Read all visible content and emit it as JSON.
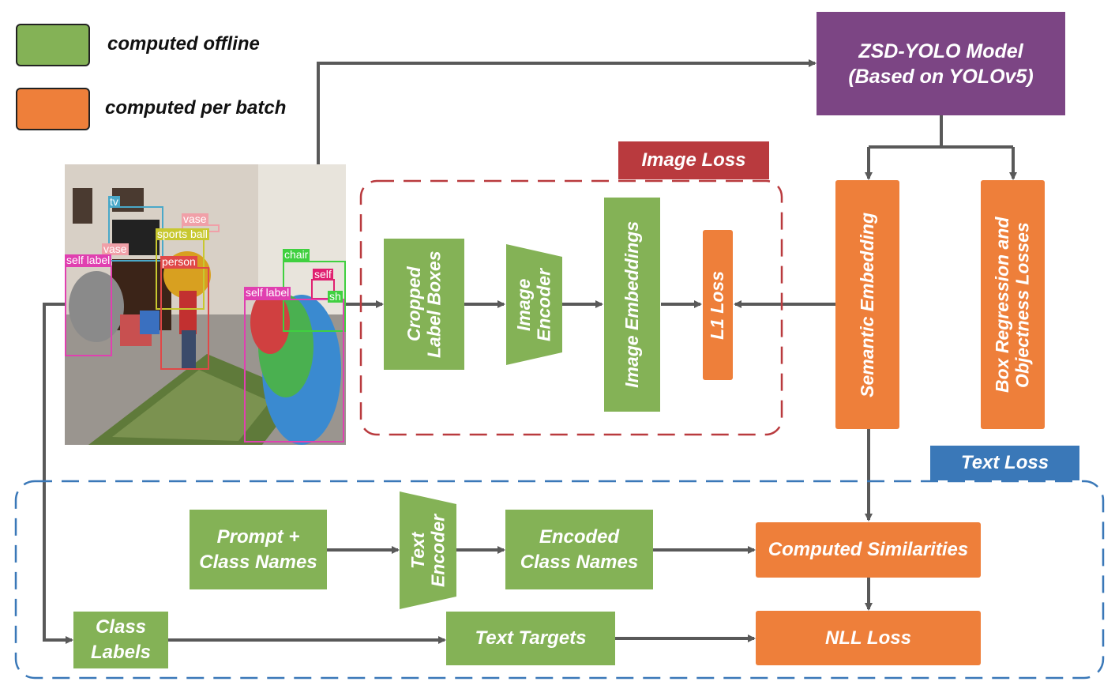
{
  "legend": {
    "offline": "computed offline",
    "per_batch": "computed per batch"
  },
  "colors": {
    "offline": "#84b256",
    "per_batch": "#ee7f3a",
    "model": "#7c4584",
    "image_loss": "#b93a3e",
    "text_loss": "#3a78b8"
  },
  "model": {
    "line1": "ZSD-YOLO Model",
    "line2": "(Based on YOLOv5)"
  },
  "image_loss": {
    "title": "Image Loss",
    "cropped": "Cropped Label Boxes",
    "image_encoder": "Image Encoder",
    "image_embeddings": "Image Embeddings",
    "l1_loss": "L1 Loss"
  },
  "semantic_embedding": "Semantic Embedding",
  "box_losses": "Box Regression and Objectness Losses",
  "text_loss": {
    "title": "Text Loss",
    "prompt_line1": "Prompt +",
    "prompt_line2": "Class Names",
    "text_encoder": "Text Encoder",
    "encoded_line1": "Encoded",
    "encoded_line2": "Class Names",
    "computed_similarities": "Computed Similarities",
    "class_labels_line1": "Class",
    "class_labels_line2": "Labels",
    "text_targets": "Text Targets",
    "nll_loss": "NLL Loss"
  },
  "photo_labels": {
    "tv": "tv",
    "vase1": "vase",
    "vase2": "vase",
    "sports_ball": "sports ball",
    "self_label1": "self label",
    "person": "person",
    "chair": "chair",
    "self": "self",
    "self_label2": "self label",
    "sh": "sh"
  }
}
